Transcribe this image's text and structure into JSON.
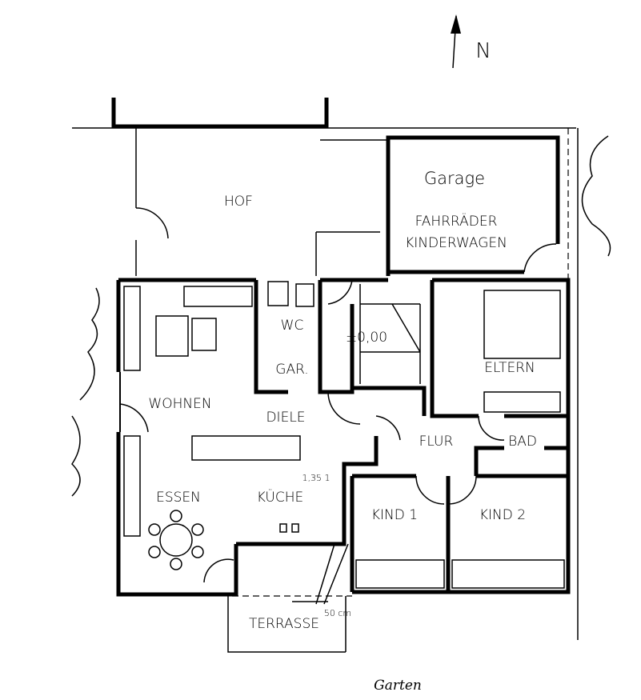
{
  "north": "N",
  "rooms": {
    "hof": "HOF",
    "garage": "Garage",
    "fahrraeder": "FAHRRÄDER",
    "kinderwagen": "KINDERWAGEN",
    "wc": "WC",
    "gar": "GAR.",
    "level": "±0,00",
    "eltern": "ELTERN",
    "wohnen": "WOHNEN",
    "diele": "DIELE",
    "flur": "FLUR",
    "bad": "BAD",
    "essen": "ESSEN",
    "kueche": "KÜCHE",
    "kind1": "KIND 1",
    "kind2": "KIND 2",
    "terrasse": "TERRASSE"
  },
  "annotations": {
    "height": "1,35 1",
    "distance": "50 cm"
  },
  "caption": "Garten"
}
